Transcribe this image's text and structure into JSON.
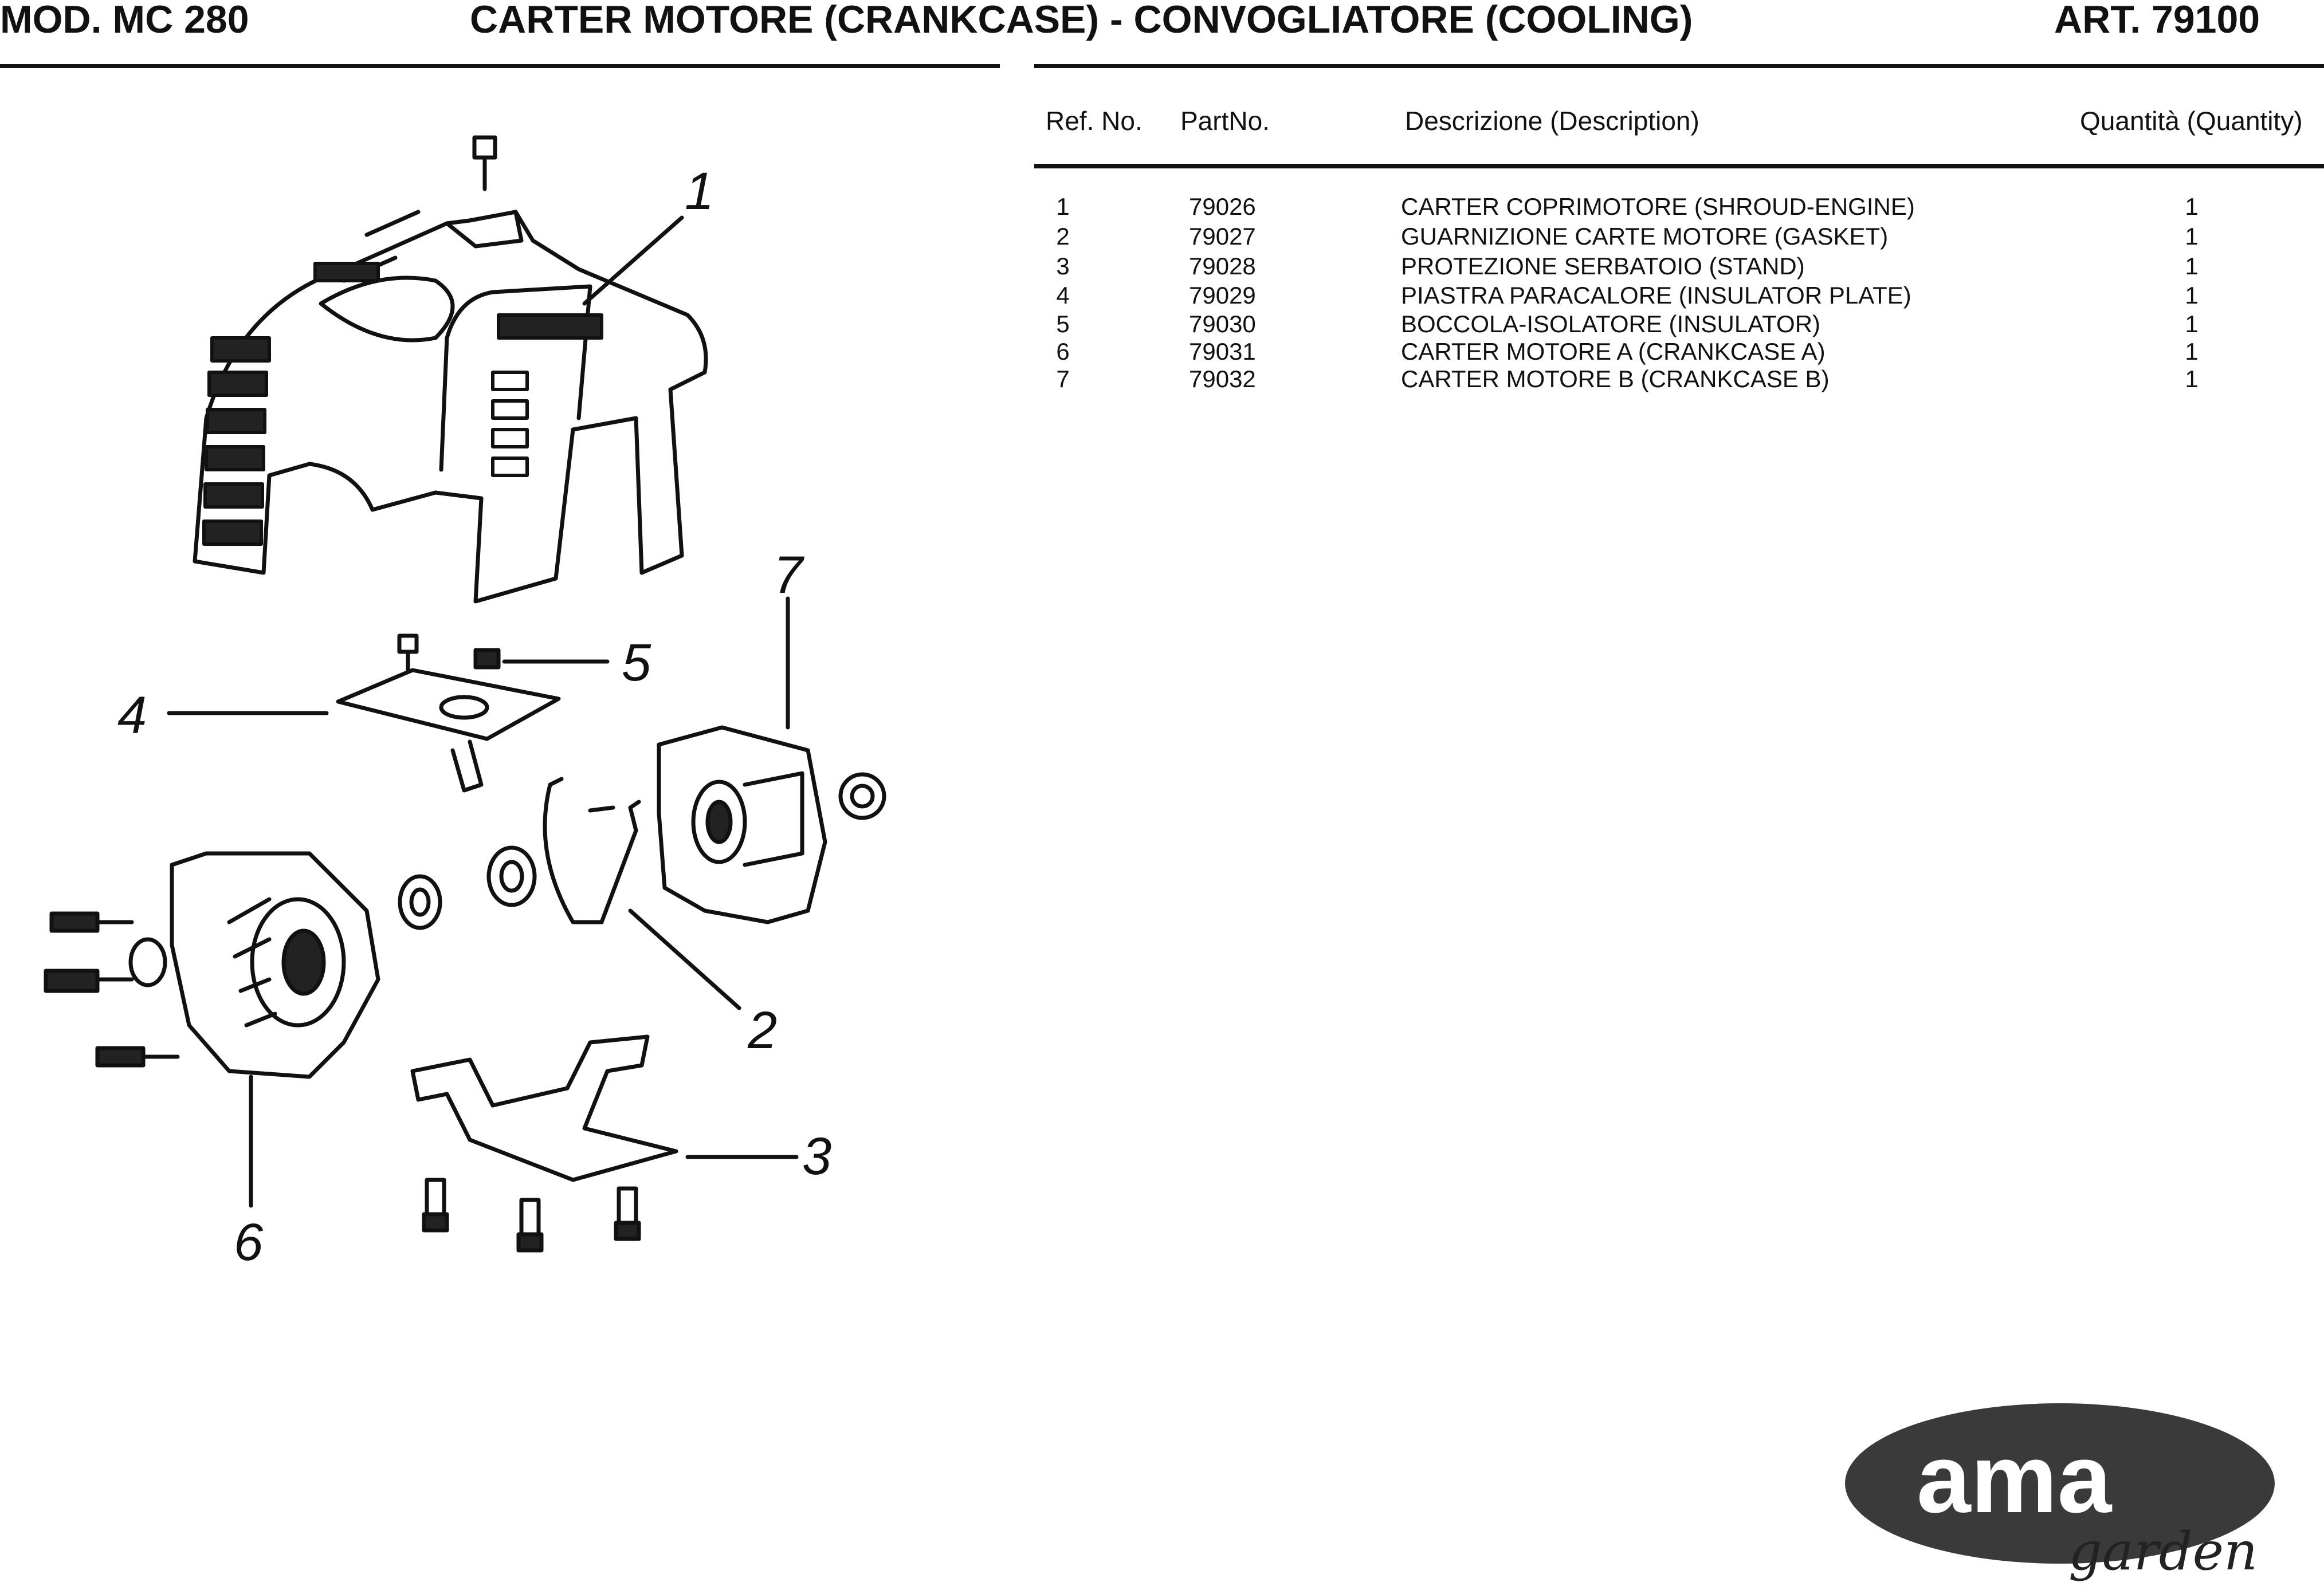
{
  "header": {
    "model": "MOD. MC 280",
    "title": "CARTER MOTORE (CRANKCASE) - CONVOGLIATORE (COOLING)",
    "article": "ART. 79100"
  },
  "table": {
    "headers": {
      "ref": "Ref. No.",
      "part": "PartNo.",
      "description": "Descrizione (Description)",
      "quantity": "Quantità (Quantity)"
    },
    "rows": [
      {
        "ref": "1",
        "part": "79026",
        "description": "CARTER COPRIMOTORE (SHROUD-ENGINE)",
        "qty": "1"
      },
      {
        "ref": "2",
        "part": "79027",
        "description": "GUARNIZIONE CARTE MOTORE (GASKET)",
        "qty": "1"
      },
      {
        "ref": "3",
        "part": "79028",
        "description": "PROTEZIONE SERBATOIO (STAND)",
        "qty": "1"
      },
      {
        "ref": "4",
        "part": "79029",
        "description": "PIASTRA PARACALORE (INSULATOR PLATE)",
        "qty": "1"
      },
      {
        "ref": "5",
        "part": "79030",
        "description": "BOCCOLA-ISOLATORE (INSULATOR)",
        "qty": "1"
      },
      {
        "ref": "6",
        "part": "79031",
        "description": "CARTER MOTORE A (CRANKCASE A)",
        "qty": "1"
      },
      {
        "ref": "7",
        "part": "79032",
        "description": "CARTER MOTORE B (CRANKCASE B)",
        "qty": "1"
      }
    ]
  },
  "diagram": {
    "callouts": [
      "1",
      "2",
      "3",
      "4",
      "5",
      "6",
      "7"
    ]
  },
  "logo": {
    "brand": "ama",
    "sub": "garden",
    "colors": {
      "oval": "#3a3a3a",
      "text": "#ffffff"
    }
  }
}
